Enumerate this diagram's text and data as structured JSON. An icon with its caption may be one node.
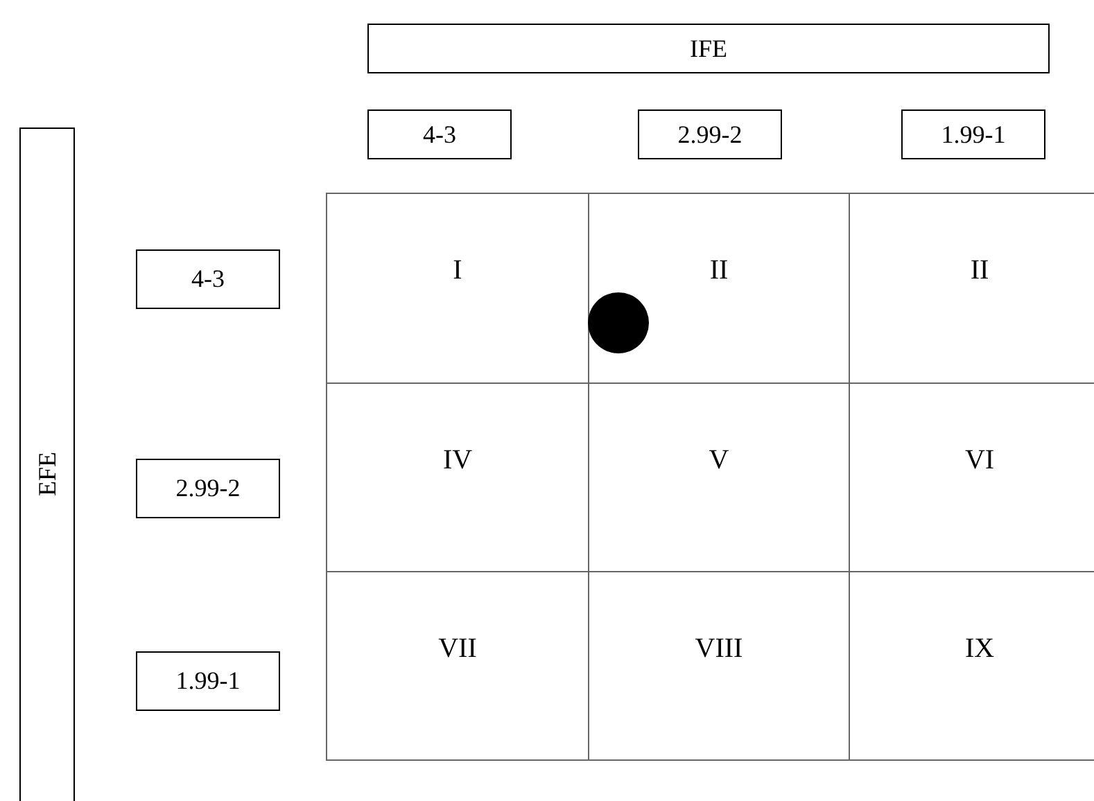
{
  "diagram": {
    "nodes": [
      {
        "text": [
          "IFE"
        ]
      },
      {
        "text": [
          "4-3"
        ]
      },
      {
        "text": [
          "2.99-2"
        ]
      },
      {
        "text": [
          "1.99-1"
        ]
      },
      {
        "text": [
          "EFE"
        ]
      },
      {
        "text": [
          "4-3"
        ]
      },
      {
        "text": [
          "I"
        ]
      },
      {
        "text": [
          "II"
        ]
      },
      {
        "text": [
          "II"
        ]
      },
      {
        "text": [
          "2.99-2"
        ]
      },
      {
        "text": [
          "IV"
        ]
      },
      {
        "text": [
          "V"
        ]
      },
      {
        "text": [
          "VI"
        ]
      },
      {
        "text": [
          "1.99-1"
        ]
      },
      {
        "text": [
          "VII"
        ]
      },
      {
        "text": [
          "VIII"
        ]
      },
      {
        "text": [
          "IX"
        ]
      }
    ],
    "edges": []
  }
}
